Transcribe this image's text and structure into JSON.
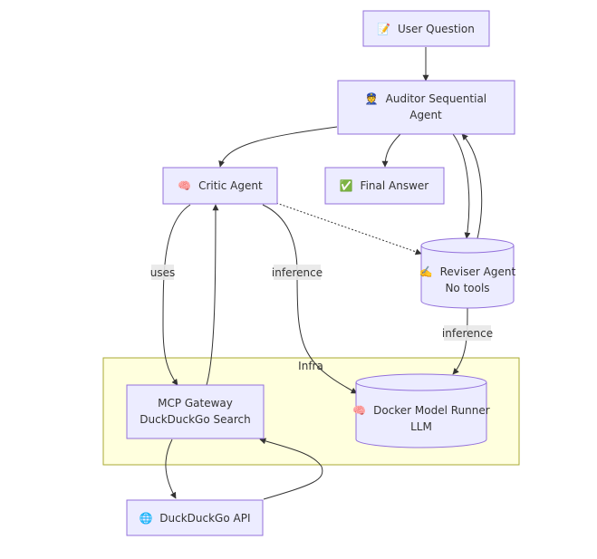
{
  "colors": {
    "node_fill": "#ECECFF",
    "node_stroke": "#9370DB",
    "edge": "#333333",
    "cluster_fill": "#FFFFDE",
    "cluster_stroke": "#AAAA33",
    "label_bg": "#E8E8E8"
  },
  "cluster": {
    "title": "Infra"
  },
  "nodes": {
    "user_question": {
      "icon": "📝",
      "line1": "User Question"
    },
    "auditor": {
      "icon": "👮",
      "line1": "Auditor Sequential",
      "line2": "Agent"
    },
    "critic": {
      "icon": "🧠",
      "line1": "Critic Agent"
    },
    "final_answer": {
      "icon": "✅",
      "line1": "Final Answer"
    },
    "reviser": {
      "icon": "✍️",
      "line1": "Reviser Agent",
      "line2": "No tools"
    },
    "mcp_gateway": {
      "line1": "MCP Gateway",
      "line2": "DuckDuckGo Search"
    },
    "docker_runner": {
      "icon": "🧠",
      "line1": "Docker Model Runner",
      "line2": "LLM"
    },
    "duckduckgo_api": {
      "icon": "🌐",
      "line1": "DuckDuckGo API"
    }
  },
  "edge_labels": {
    "critic_uses": "uses",
    "critic_inference": "inference",
    "reviser_inference": "inference"
  }
}
